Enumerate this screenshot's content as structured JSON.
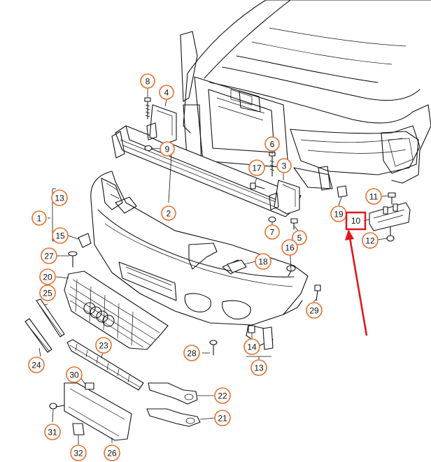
{
  "diagram": {
    "accent_color": "#e8702a",
    "highlight_color": "#e0181e",
    "callouts": [
      {
        "id": "c8",
        "label": "8"
      },
      {
        "id": "c4",
        "label": "4"
      },
      {
        "id": "c9",
        "label": "9"
      },
      {
        "id": "c6",
        "label": "6"
      },
      {
        "id": "c17",
        "label": "17"
      },
      {
        "id": "c3",
        "label": "3"
      },
      {
        "id": "c13a",
        "label": "13"
      },
      {
        "id": "c1",
        "label": "1"
      },
      {
        "id": "c2",
        "label": "2"
      },
      {
        "id": "c15",
        "label": "15"
      },
      {
        "id": "c7",
        "label": "7"
      },
      {
        "id": "c5",
        "label": "5"
      },
      {
        "id": "c11",
        "label": "11"
      },
      {
        "id": "c19",
        "label": "19"
      },
      {
        "id": "c12",
        "label": "12"
      },
      {
        "id": "c16",
        "label": "16"
      },
      {
        "id": "c27",
        "label": "27"
      },
      {
        "id": "c18",
        "label": "18"
      },
      {
        "id": "c20",
        "label": "20"
      },
      {
        "id": "c25",
        "label": "25"
      },
      {
        "id": "c29",
        "label": "29"
      },
      {
        "id": "c24",
        "label": "24"
      },
      {
        "id": "c23",
        "label": "23"
      },
      {
        "id": "c28",
        "label": "28"
      },
      {
        "id": "c14",
        "label": "14"
      },
      {
        "id": "c13b",
        "label": "13"
      },
      {
        "id": "c30",
        "label": "30"
      },
      {
        "id": "c22",
        "label": "22"
      },
      {
        "id": "c21",
        "label": "21"
      },
      {
        "id": "c31",
        "label": "31"
      },
      {
        "id": "c32",
        "label": "32"
      },
      {
        "id": "c26",
        "label": "26"
      }
    ],
    "highlighted_part": {
      "label": "10"
    }
  }
}
